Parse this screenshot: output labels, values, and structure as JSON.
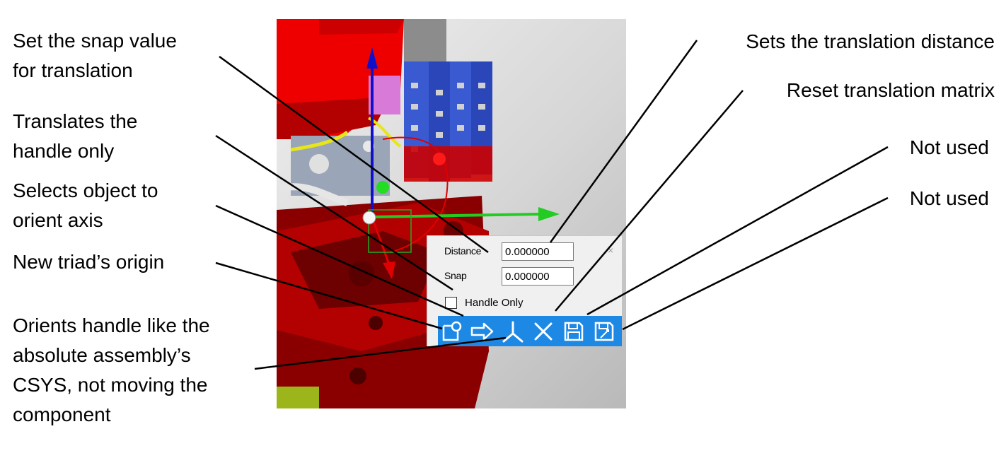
{
  "callouts": {
    "snap_value": "Set the snap value\nfor translation",
    "handle_only": "Translates the\nhandle only",
    "selects_object": "Selects object to\norient axis",
    "new_origin": "New triad’s origin",
    "orients_handle": "Orients handle like the\nabsolute assembly’s\nCSYS, not moving the\ncomponent",
    "translation_distance": "Sets the translation distance",
    "reset_matrix": "Reset translation matrix",
    "not_used_1": "Not used",
    "not_used_2": "Not used"
  },
  "panel": {
    "distance_label": "Distance",
    "distance_value": "0.000000",
    "snap_label": "Snap",
    "snap_value": "0.000000",
    "handle_only_label": "Handle Only",
    "handle_only_checked": false,
    "close_icon": "×"
  },
  "toolbar": {
    "icons": [
      "select-object-icon",
      "arrow-right-icon",
      "triad-origin-icon",
      "reset-x-icon",
      "save-icon",
      "save-as-icon"
    ]
  },
  "colors": {
    "toolbar_bg": "#1e88e5",
    "model_red": "#cc0000",
    "axis_blue": "#1010cc",
    "axis_green": "#22cc22"
  }
}
